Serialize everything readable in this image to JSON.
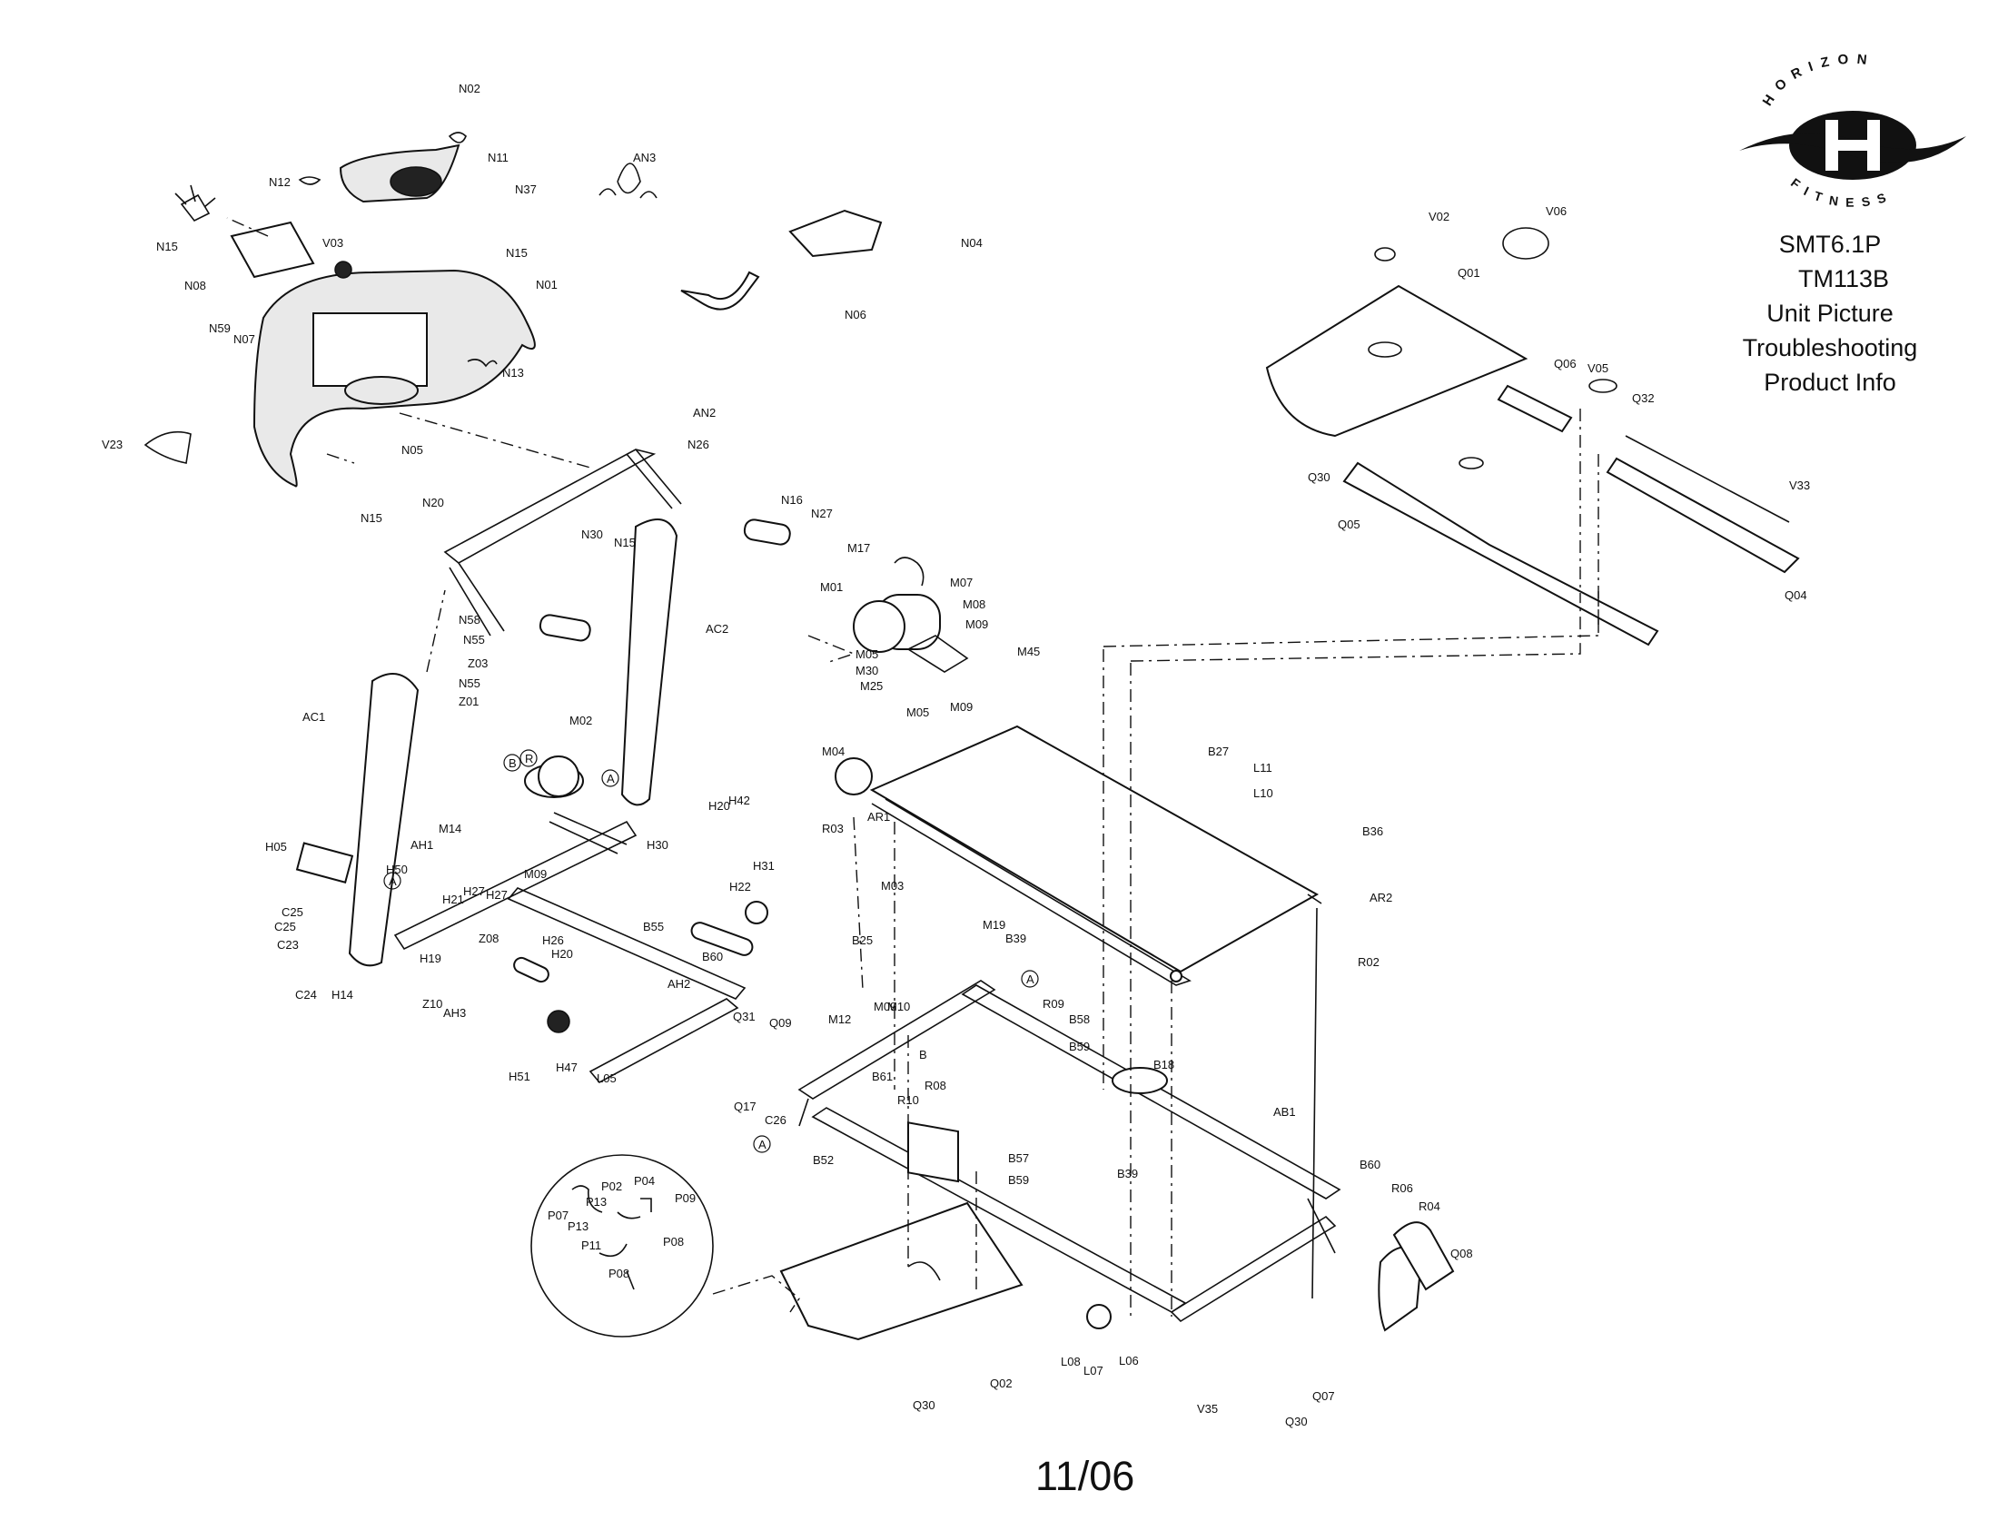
{
  "brand": {
    "logo_text_top": "HORIZON",
    "logo_text_bottom": "FITNESS",
    "model": "SMT6.1P",
    "code": "TM113B",
    "links": [
      "Unit Picture",
      "Troubleshooting",
      "Product Info"
    ]
  },
  "footer": {
    "date": "11/06"
  },
  "parts": {
    "N02": "N02",
    "N11": "N11",
    "N12": "N12",
    "N37": "N37",
    "N15a": "N15",
    "N08": "N08",
    "N59": "N59",
    "N07": "N07",
    "V03": "V03",
    "N15b": "N15",
    "N01": "N01",
    "N13": "N13",
    "AN3": "AN3",
    "N04": "N04",
    "N06": "N06",
    "V23": "V23",
    "N05": "N05",
    "N15c": "N15",
    "N20": "N20",
    "AN2": "AN2",
    "N26": "N26",
    "N30": "N30",
    "N15d": "N15",
    "N16": "N16",
    "N27": "N27",
    "N58": "N58",
    "N55a": "N55",
    "Z03": "Z03",
    "N55b": "N55",
    "Z01": "Z01",
    "AC1": "AC1",
    "AC2": "AC2",
    "M17": "M17",
    "M01": "M01",
    "M07": "M07",
    "M08": "M08",
    "M09a": "M09",
    "M05a": "M05",
    "M30": "M30",
    "M25": "M25",
    "M05b": "M05",
    "M09b": "M09",
    "M45": "M45",
    "M02": "M02",
    "M14": "M14",
    "AH1": "AH1",
    "M09c": "M09",
    "H05": "H05",
    "H50": "H50",
    "H20a": "H20",
    "H42": "H42",
    "H30": "H30",
    "H31": "H31",
    "H22": "H22",
    "B55": "B55",
    "B60a": "B60",
    "C25a": "C25",
    "C25b": "C25",
    "C23": "C23",
    "C24": "C24",
    "H14": "H14",
    "H21": "H21",
    "H27a": "H27",
    "H27b": "H27",
    "Z08": "Z08",
    "H26": "H26",
    "H20b": "H20",
    "H19": "H19",
    "Z10": "Z10",
    "AH3": "AH3",
    "AH2": "AH2",
    "H51": "H51",
    "H47": "H47",
    "L05": "L05",
    "M04": "M04",
    "R03": "R03",
    "AR1": "AR1",
    "B27": "B27",
    "L11": "L11",
    "L10": "L10",
    "B36": "B36",
    "AR2": "AR2",
    "R02": "R02",
    "M03": "M03",
    "M19": "M19",
    "B25": "B25",
    "B39a": "B39",
    "R09": "R09",
    "M10": "M10",
    "M09d": "M09",
    "M12": "M12",
    "B58": "B58",
    "B59a": "B59",
    "Q31": "Q31",
    "Q09": "Q09",
    "B": "B",
    "B61": "B61",
    "R08": "R08",
    "R10": "R10",
    "B18": "B18",
    "Q17": "Q17",
    "C26": "C26",
    "B52": "B52",
    "B57": "B57",
    "B59b": "B59",
    "B39b": "B39",
    "AB1": "AB1",
    "B60b": "B60",
    "R06": "R06",
    "R04": "R04",
    "Q08": "Q08",
    "P02": "P02",
    "P04": "P04",
    "P13a": "P13",
    "P07": "P07",
    "P13b": "P13",
    "P09": "P09",
    "P11": "P11",
    "P08a": "P08",
    "P08b": "P08",
    "Q02": "Q02",
    "Q30a": "Q30",
    "L08": "L08",
    "L07": "L07",
    "L06": "L06",
    "Q07": "Q07",
    "V35": "V35",
    "Q30b": "Q30",
    "V02": "V02",
    "V06": "V06",
    "Q01": "Q01",
    "Q06": "Q06",
    "V05": "V05",
    "Q32": "Q32",
    "Q30c": "Q30",
    "V33": "V33",
    "Q05": "Q05",
    "Q04": "Q04",
    "A1": "A",
    "A2": "A",
    "A3": "A",
    "A4": "A",
    "Bc": "B",
    "Rc": "R"
  }
}
